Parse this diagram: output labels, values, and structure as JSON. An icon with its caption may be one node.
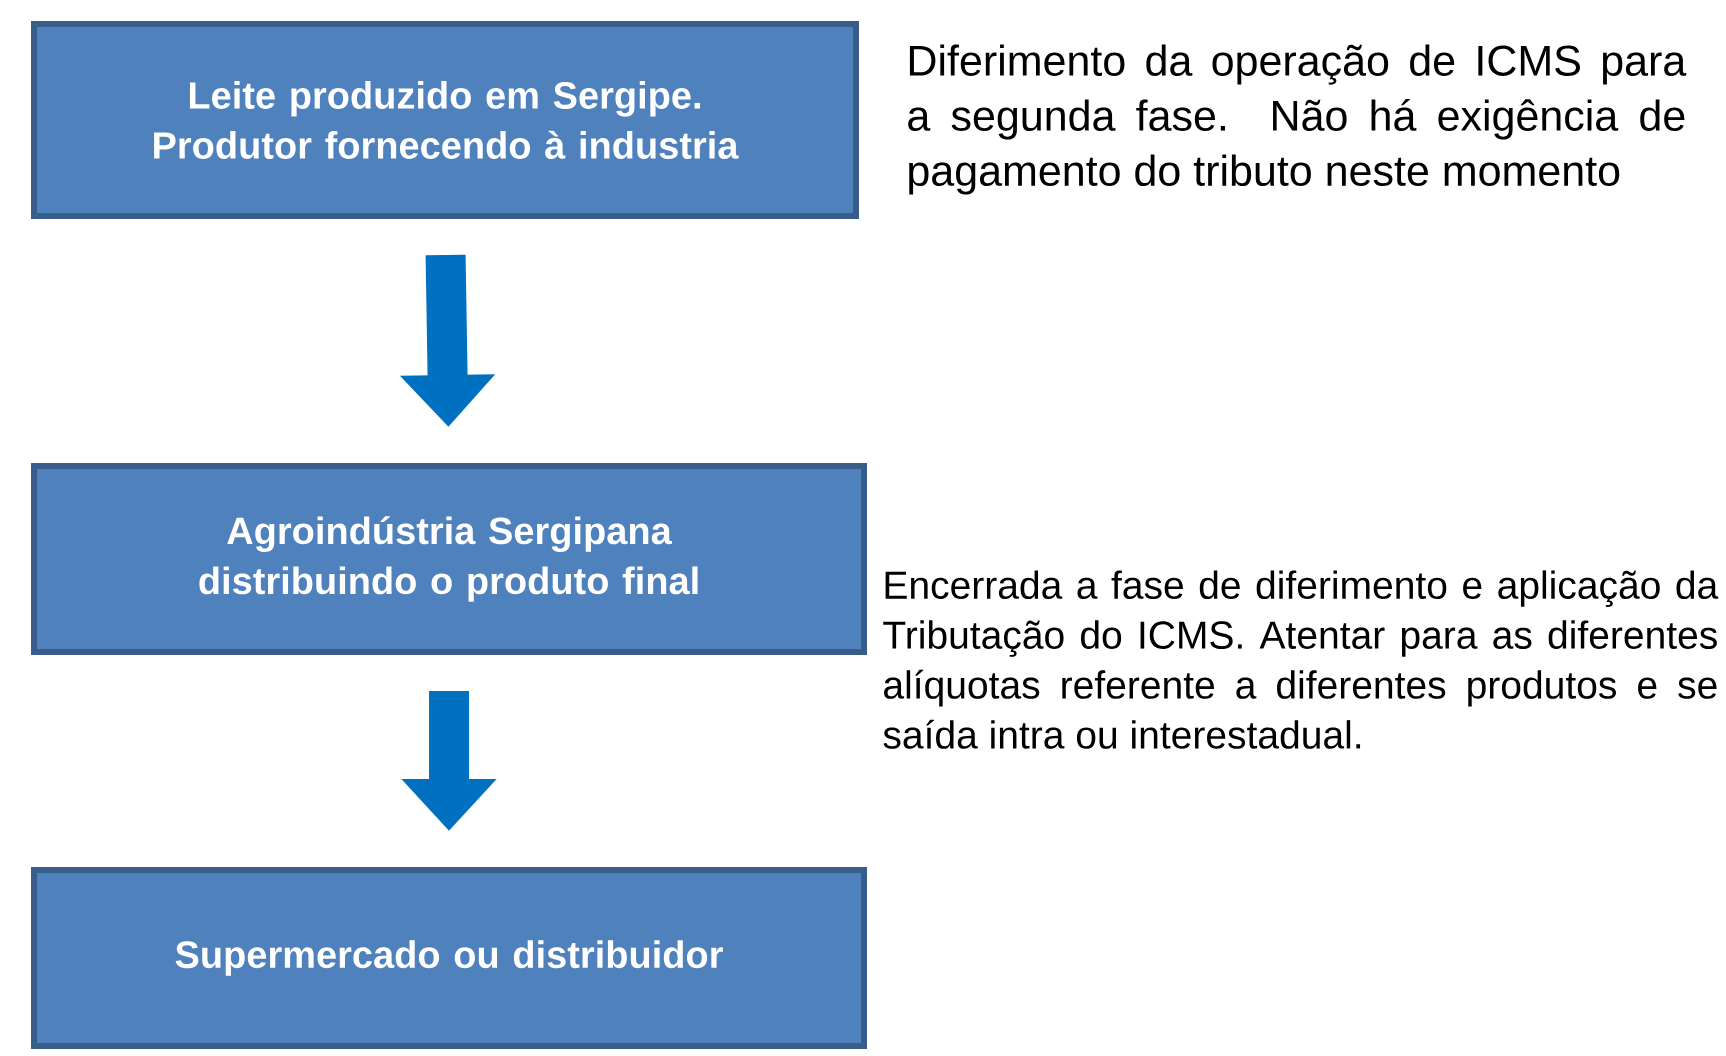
{
  "diagram": {
    "nodes": [
      {
        "text": [
          "Leite produzido em Sergipe. Produtor fornecendo à industria"
        ]
      },
      {
        "text": [
          "Agroindústria Sergipana distribuindo o produto final"
        ]
      },
      {
        "text": [
          "Supermercado ou distribuidor"
        ]
      }
    ],
    "edges": [
      {
        "from": 0,
        "to": 1,
        "arrow": "to"
      },
      {
        "from": 1,
        "to": 2,
        "arrow": "to"
      }
    ],
    "labels": [
      "Diferimento da operação de ICMS para a segunda fase. Não há exigência de pagamento do tributo neste momento",
      "Encerrada a fase de diferimento e aplicação da Tributação do ICMS. Atentar para as diferentes alíquotas referente a diferentes produtos e se saída intra ou interestadual."
    ]
  }
}
